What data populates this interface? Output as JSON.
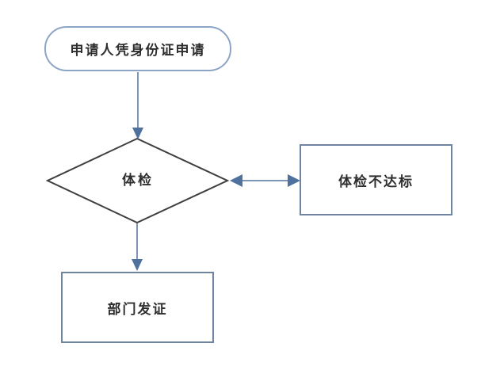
{
  "diagram": {
    "type": "flowchart",
    "nodes": {
      "start": {
        "label": "申请人凭身份证申请",
        "shape": "stadium"
      },
      "decision": {
        "label": "体检",
        "shape": "diamond"
      },
      "fail": {
        "label": "体检不达标",
        "shape": "rectangle"
      },
      "issue": {
        "label": "部门发证",
        "shape": "rectangle"
      }
    },
    "edges": [
      {
        "from": "start",
        "to": "decision",
        "direction": "down",
        "arrow": "single"
      },
      {
        "from": "decision",
        "to": "fail",
        "direction": "right",
        "arrow": "double"
      },
      {
        "from": "decision",
        "to": "issue",
        "direction": "down",
        "arrow": "single"
      }
    ],
    "colors": {
      "background": "#ffffff",
      "stadium_border": "#8ca5c6",
      "diamond_border": "#3f3f3f",
      "rect_border": "#6f84a0",
      "arrow_line": "#7d96b8",
      "arrow_head": "#50719e",
      "text": "#2e2e2e"
    }
  }
}
